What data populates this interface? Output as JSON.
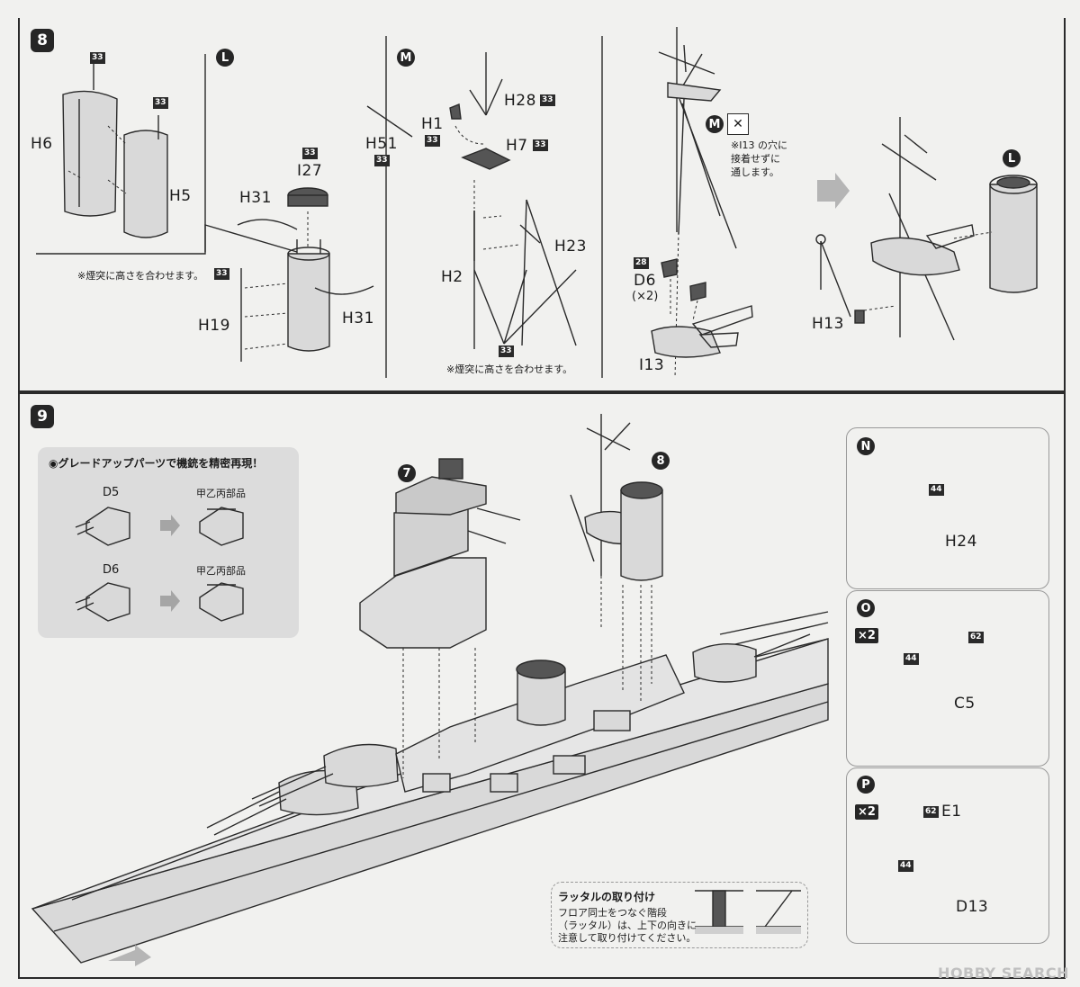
{
  "step8": {
    "step": "8",
    "sub_l": "L",
    "sub_m": "M",
    "labels": {
      "h6": "H6",
      "h5": "H5",
      "h31_top": "H31",
      "i27": "I27",
      "h31_bottom": "H31",
      "h19": "H19",
      "h51": "H51",
      "h1": "H1",
      "h28": "H28",
      "h7": "H7",
      "h2": "H2",
      "h23": "H23",
      "d6": "D6",
      "d6_qty": "(×2)",
      "i13": "I13",
      "h13": "H13"
    },
    "numbers": {
      "n33_a": "33",
      "n33_b": "33",
      "n33_c": "33",
      "n33_d": "33",
      "n33_e": "33",
      "n33_f": "33",
      "n33_g": "33",
      "n33_h": "33",
      "n28": "28"
    },
    "notes": {
      "stack_height_1": "※煙突に高さを合わせます。",
      "stack_height_2": "※煙突に高さを合わせます。",
      "i13_note": "※I13 の穴に\n接着せずに\n通します。"
    },
    "sub_l2": "L",
    "sub_m2": "M",
    "no_glue_icon": "no-glue-icon"
  },
  "step9": {
    "step": "9",
    "sub7": "7",
    "sub8": "8",
    "upgrade_box": {
      "title": "◉グレードアップパーツで機銃を精密再現！",
      "d5": "D5",
      "d5_alt": "甲乙丙部品",
      "d6": "D6",
      "d6_alt": "甲乙丙部品"
    },
    "ladder_box": {
      "title": "ラッタルの取り付け",
      "line1": "フロア同士をつなぐ階段",
      "line2": "（ラッタル）は、上下の向きに",
      "line3": "注意して取り付けてください。"
    },
    "panels": {
      "n": {
        "badge": "N",
        "num": "44",
        "label": "H24"
      },
      "o": {
        "badge": "O",
        "qty": "×2",
        "num_a": "44",
        "num_b": "62",
        "label": "C5"
      },
      "p": {
        "badge": "P",
        "qty": "×2",
        "num_a": "62",
        "label_a": "E1",
        "num_b": "44",
        "label_b": "D13"
      }
    }
  },
  "watermark": "HOBBY SEARCH"
}
